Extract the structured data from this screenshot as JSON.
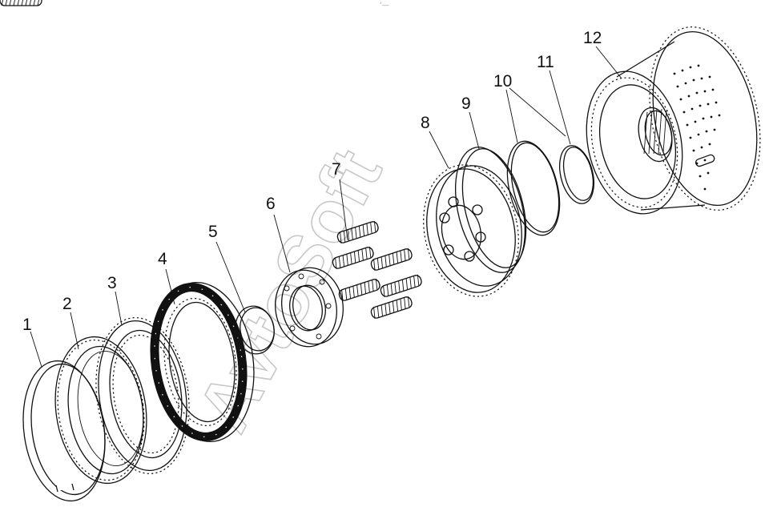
{
  "diagram": {
    "callouts": [
      "1",
      "2",
      "3",
      "4",
      "5",
      "6",
      "7",
      "8",
      "9",
      "10",
      "11",
      "12"
    ],
    "watermark": "AvtoSoft",
    "top_marker": "‘—"
  }
}
